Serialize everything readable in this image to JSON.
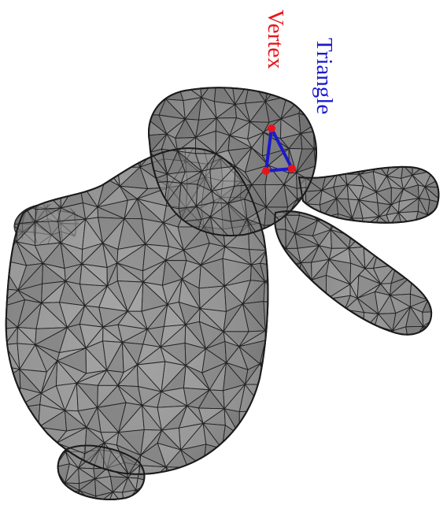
{
  "labels": {
    "vertex": "Vertex",
    "triangle": "Triangle"
  },
  "colors": {
    "vertex": "#e8141c",
    "triangle": "#1a1acd",
    "mesh_fill": "#8c8c8c",
    "mesh_edge": "#1e1e1e",
    "background": "#ffffff"
  },
  "figure": {
    "subject": "bunny",
    "style": "triangulated-mesh",
    "orientation": "rotated-90-clockwise"
  }
}
